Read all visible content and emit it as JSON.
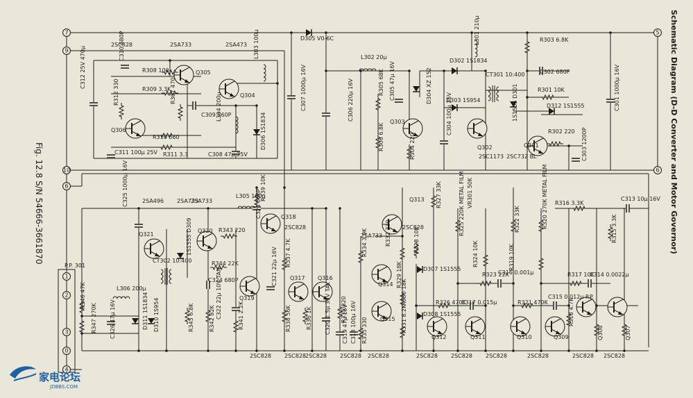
{
  "side_title": "Schematic Diagram (D-D Converter and Motor Governor)",
  "figure_caption": "Fig. 12.8 S/N 54666-3661870",
  "connector": "P.P. 301",
  "edge_terminals": {
    "left": [
      "7",
      "9",
      "10",
      "6"
    ],
    "right": [
      "5",
      "6"
    ],
    "pp301": [
      "1",
      "2",
      "3",
      "0",
      "4"
    ]
  },
  "transistor_types": [
    "2SC828",
    "2SA733",
    "2SA473",
    "2SA733",
    "2SA496",
    "2SA733",
    "2SC828",
    "2SC828",
    "2SA733",
    "2SC1173",
    "2SC732 BL",
    "2SC828",
    "2SC828",
    "2SC828",
    "2SC828",
    "2SC828",
    "2SC828",
    "2SC828",
    "2SC828",
    "2SC828",
    "2SC828",
    "2SC828"
  ],
  "labels": [
    "Q305",
    "R308 100",
    "C310 680P",
    "R309 3.3K",
    "Q304",
    "C312 25V 470μ",
    "R312 330",
    "R307 470",
    "C309 560P",
    "L304 200μ",
    "Q306",
    "R310 560",
    "C311 100μ 25V",
    "R311 3.3",
    "C308 47μ 25V",
    "L303 100μ",
    "D306 1S1834",
    "D305 V0-6C",
    "C307 1000μ 16V",
    "L302 20μ",
    "C306 220μ 16V",
    "R305 68K",
    "R306 6.8K",
    "Q303",
    "R304 220",
    "C305 47μ 16V",
    "D304 XZ 152",
    "C304 100μ 25V",
    "D302 1S1834",
    "L301 210μ",
    "CT301 10:400",
    "D303 1S954",
    "1S1555 D301",
    "Q302",
    "R303 6.8K",
    "C302 680P",
    "R301 10K",
    "D312 1S1555",
    "R302 220",
    "Q301",
    "C303 1200P",
    "C301 1000μ 16V",
    "Q321",
    "CT302 10:400",
    "C325 1000μ 16V",
    "Q320",
    "1S1555 D309",
    "L306 200μ",
    "D311 1S1834",
    "R346 47K",
    "R347 270K",
    "C326 47μ 16V",
    "D310 1S954",
    "R345 6.8K",
    "R342 82K",
    "R344 22K",
    "C324 680P",
    "R343 220",
    "C322 22μ 10V TAN",
    "R341 2.2K",
    "L305 100μ",
    "R339 10K",
    "C323 560P",
    "Q319",
    "Q318",
    "R337 4.7K",
    "C321 22μ 16V",
    "Q317",
    "R338 56K",
    "R336 1K",
    "Q316",
    "C320 1.5μ 35V TAL",
    "R335 820",
    "C319 47μ 16V",
    "C318 100μ 16V",
    "R335 330",
    "Q313",
    "R334 3.9K",
    "R332 330",
    "Q314",
    "R329 18K",
    "R328 10K",
    "D307 1S1555",
    "R327 33K",
    "R330 18K",
    "Q315",
    "R331 8.2K",
    "D308 1S1555",
    "R326 470K",
    "C317 0.015μ",
    "Q312",
    "Q311",
    "VR301 50K",
    "R325 220K METAL FILM",
    "R324 10K",
    "R323 22K",
    "C316 0.001μ",
    "R322 33K",
    "R320 270K METAL FILM",
    "R321 470K",
    "C315 0.012μ P.P.",
    "R319 10K",
    "Q310",
    "Q309",
    "R316 3.3K",
    "C313 10μ 16V",
    "R315 3.3K",
    "R317 10K",
    "C314 0.0022μ",
    "R318 4.7K",
    "Q308",
    "Q307",
    "R314 1.5K",
    "R313 1.5K"
  ],
  "watermark": {
    "cn": "家电论坛",
    "en": "JDBBS.COM"
  }
}
